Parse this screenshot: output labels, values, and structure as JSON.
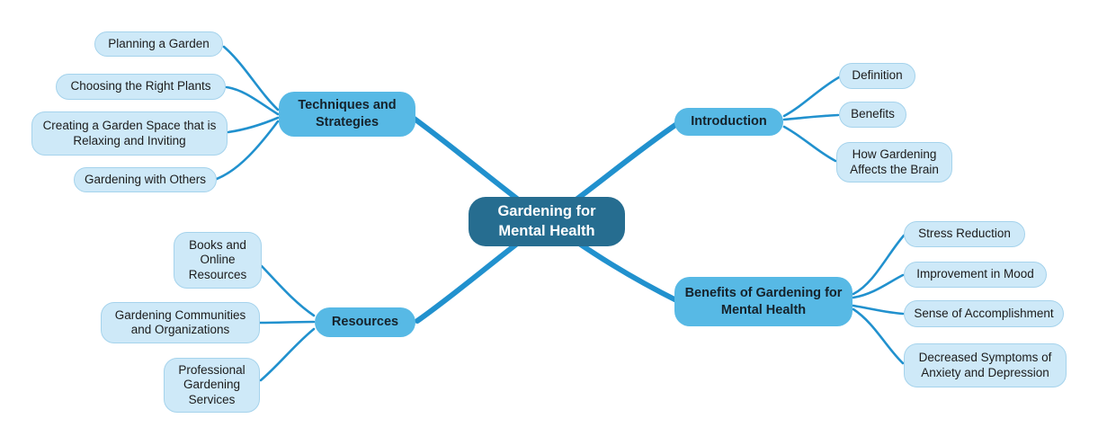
{
  "mindmap": {
    "root": {
      "label": "Gardening for Mental Health"
    },
    "branches": [
      {
        "label": "Techniques and Strategies",
        "children": [
          "Planning a Garden",
          "Choosing the Right Plants",
          "Creating a Garden Space that is Relaxing and Inviting",
          "Gardening with Others"
        ]
      },
      {
        "label": "Introduction",
        "children": [
          "Definition",
          "Benefits",
          "How Gardening Affects the Brain"
        ]
      },
      {
        "label": "Resources",
        "children": [
          "Books and Online Resources",
          "Gardening Communities and Organizations",
          "Professional Gardening Services"
        ]
      },
      {
        "label": "Benefits of Gardening for Mental Health",
        "children": [
          "Stress Reduction",
          "Improvement in Mood",
          "Sense of Accomplishment",
          "Decreased Symptoms of Anxiety and Depression"
        ]
      }
    ],
    "colors": {
      "root_fill": "#266d90",
      "branch_fill": "#57b9e5",
      "leaf_fill": "#cee9f8",
      "leaf_border": "#a5d3ec",
      "edge": "#2191ce",
      "text_dark": "#1c1c1c",
      "text_light": "#ffffff",
      "background": "#ffffff"
    }
  }
}
